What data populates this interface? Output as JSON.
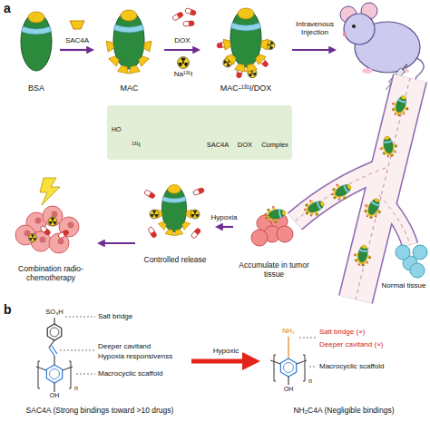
{
  "diagram": {
    "nodes": [
      {
        "text": [
          "BSA"
        ]
      },
      {
        "text": [
          "MAC"
        ]
      },
      {
        "text": [
          "MAC-¹³¹I/DOX"
        ]
      },
      {
        "text": [
          "¹³¹I",
          "SAC4A",
          "DOX",
          "Complex"
        ]
      },
      {
        "text": [
          "Accumulate in tumor tissue"
        ]
      },
      {
        "text": [
          "Controlled release"
        ]
      },
      {
        "text": [
          "Combination radio-chemotherapy"
        ]
      },
      {
        "text": [
          "SAC4A (Strong bindings toward >10 drugs)"
        ]
      },
      {
        "text": [
          "NH₂C4A (Negligible bindings)"
        ]
      }
    ],
    "edges": [
      {
        "from": 0,
        "to": 1,
        "label": "SAC4A",
        "arrow": "to"
      },
      {
        "from": 1,
        "to": 2,
        "label": "DOX",
        "arrow": "to"
      },
      {
        "from": 4,
        "to": 5,
        "label": "Hypoxia",
        "arrow": "to"
      },
      {
        "from": 5,
        "to": 6,
        "arrow": "to"
      },
      {
        "from": 7,
        "to": 8,
        "label": "Hypoxic",
        "arrow": "to"
      }
    ],
    "labels": [
      "a",
      "Na¹³¹I",
      "Intravenous Injection",
      "HO",
      "Normal tissue",
      "b",
      "SO₃H",
      "Salt bridge",
      "Deeper cavitand",
      "Hypoxia responsivenss",
      "Macrocyclic scaffold",
      "OH",
      "n",
      "NH₂",
      "Salt bridge (×)",
      "Deeper cavitand (×)",
      "Macrocyclic scaffold",
      "OH",
      "n"
    ]
  }
}
